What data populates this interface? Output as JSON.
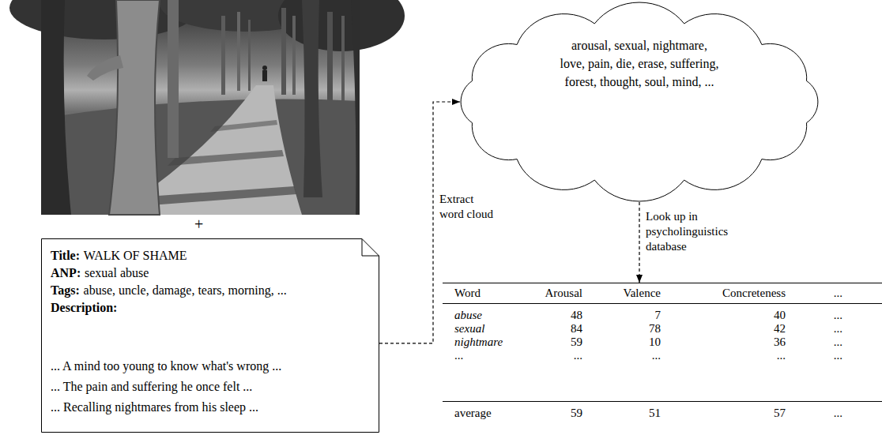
{
  "diagram": {
    "nodes": [
      {
        "text": [
          "Title:",
          "WALK OF SHAME",
          "ANP:",
          "sexual abuse",
          "Tags:",
          "abuse, uncle, damage, tears, morning, ...",
          "Description:",
          "... A mind too young to know what's wrong ...",
          "... The pain and suffering he once felt ...",
          "... Recalling nightmares from his sleep ..."
        ]
      },
      {
        "text": [
          "arousal, sexual, nightmare, love, pain, die, erase, suffering, forest, thought, soul, mind, ..."
        ]
      },
      {
        "text": [
          "Word",
          "Arousal",
          "Valence",
          "Concreteness",
          "...",
          "abuse",
          "48",
          "7",
          "40",
          "...",
          "sexual",
          "84",
          "78",
          "42",
          "...",
          "nightmare",
          "59",
          "10",
          "36",
          "...",
          "...",
          "...",
          "...",
          "...",
          "...",
          "average",
          "59",
          "51",
          "57",
          "..."
        ]
      }
    ],
    "edges": [
      {
        "from": 0,
        "to": 1,
        "arrow": "to",
        "label": "Extract word cloud"
      },
      {
        "from": 1,
        "to": 2,
        "arrow": "to",
        "label": "Look up in psycholinguistics database"
      }
    ],
    "labels": [
      "+"
    ]
  }
}
